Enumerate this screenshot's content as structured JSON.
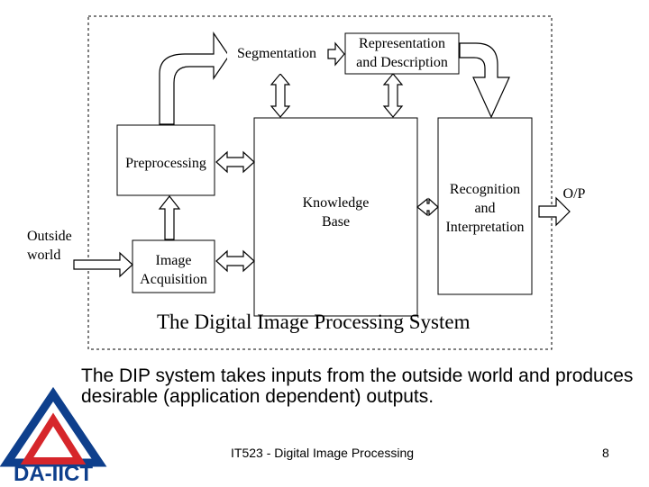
{
  "diagram": {
    "blocks": {
      "segmentation": "Segmentation",
      "representation": "Representation\nand Description",
      "preprocessing": "Preprocessing",
      "knowledge_base": "Knowledge\nBase",
      "recognition": "Recognition\nand\nInterpretation",
      "image_acquisition": "Image\nAcquisition"
    },
    "outside_world": "Outside\nworld",
    "output_label": "O/P",
    "caption": "The Digital Image Processing System"
  },
  "description": "The DIP system takes inputs from the outside world and produces desirable (application dependent) outputs.",
  "footer": {
    "course": "IT523 - Digital Image Processing",
    "page": "8"
  },
  "logo": {
    "text": "DA-IICT",
    "colors": {
      "outer": "#0e3f8c",
      "inner": "#d6262b",
      "text": "#0e3f8c"
    }
  }
}
